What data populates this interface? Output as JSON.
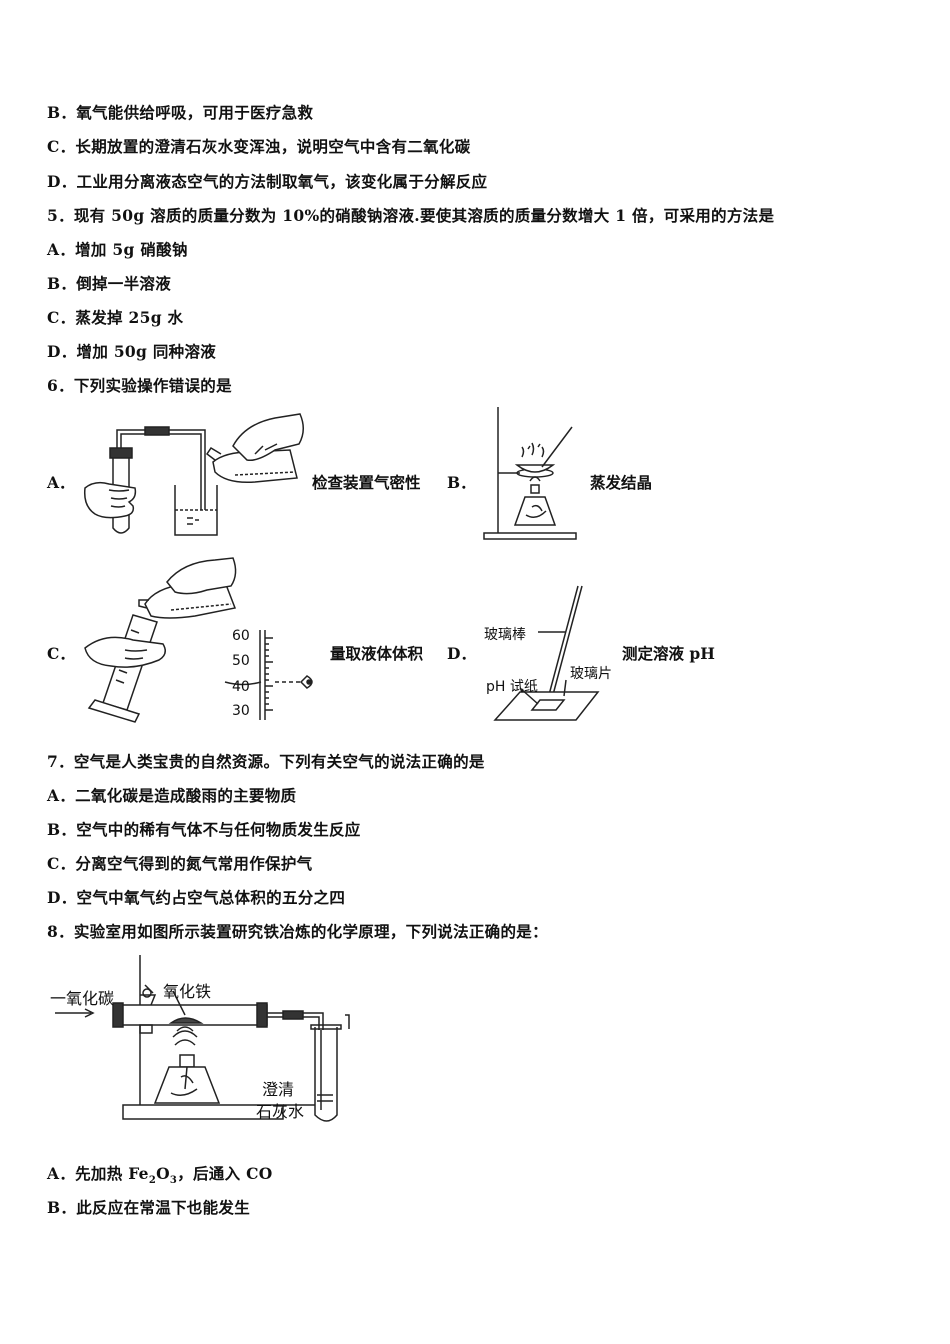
{
  "q4": {
    "opt_b": "B．氧气能供给呼吸，可用于医疗急救",
    "opt_c": "C．长期放置的澄清石灰水变浑浊，说明空气中含有二氧化碳",
    "opt_d": "D．工业用分离液态空气的方法制取氧气，该变化属于分解反应"
  },
  "q5": {
    "stem": "5．现有 50g 溶质的质量分数为 10%的硝酸钠溶液.要使其溶质的质量分数增大 1 倍，可采用的方法是",
    "opt_a": "A．增加 5g 硝酸钠",
    "opt_b": "B．倒掉一半溶液",
    "opt_c": "C．蒸发掉 25g 水",
    "opt_d": "D．增加 50g 同种溶液"
  },
  "q6": {
    "stem": "6．下列实验操作错误的是",
    "a_letter": "A．",
    "a_caption": "检查装置气密性",
    "b_letter": "B．",
    "b_caption": "蒸发结晶",
    "c_letter": "C．",
    "c_caption": "量取液体体积",
    "c_ticks": [
      "60",
      "50",
      "40",
      "30"
    ],
    "d_letter": "D．",
    "d_caption": "测定溶液 pH",
    "d_label_rod": "玻璃棒",
    "d_label_paper": "pH 试纸",
    "d_label_plate": "玻璃片"
  },
  "q7": {
    "stem": "7．空气是人类宝贵的自然资源。下列有关空气的说法正确的是",
    "opt_a": "A．二氧化碳是造成酸雨的主要物质",
    "opt_b": "B．空气中的稀有气体不与任何物质发生反应",
    "opt_c": "C．分离空气得到的氮气常用作保护气",
    "opt_d": "D．空气中氧气约占空气总体积的五分之四"
  },
  "q8": {
    "stem": "8．实验室用如图所示装置研究铁冶炼的化学原理，下列说法正确的是：",
    "label_co": "一氧化碳",
    "label_fe2o3": "氧化铁",
    "label_limewater_1": "澄清",
    "label_limewater_2": "石灰水",
    "opt_a_prefix": "A．先加热 Fe",
    "opt_a_sub1": "2",
    "opt_a_mid": "O",
    "opt_a_sub2": "3",
    "opt_a_suffix": "，后通入 CO",
    "opt_b": "B．此反应在常温下也能发生"
  }
}
